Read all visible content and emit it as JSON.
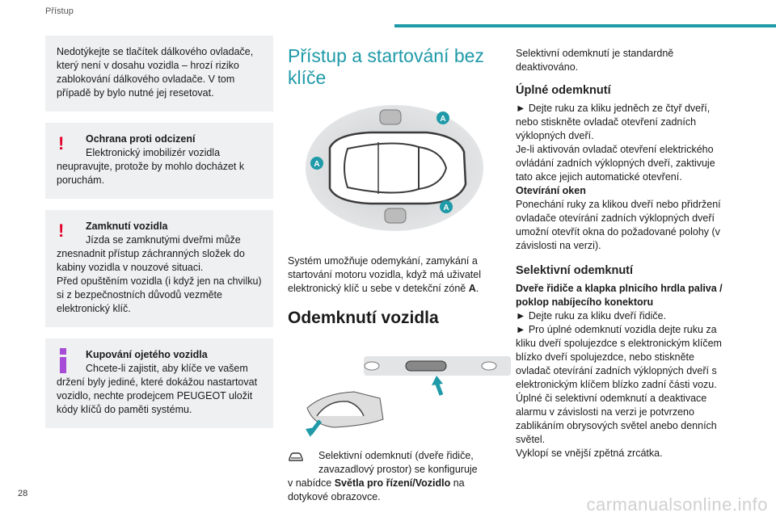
{
  "header": {
    "section": "Přístup"
  },
  "page_number": "28",
  "watermark": "carmanualsonline.info",
  "left": {
    "box1": "Nedotýkejte se tlačítek dálkového ovladače, který není v dosahu vozidla – hrozí riziko zablokování dálkového ovladače. V tom případě by bylo nutné jej resetovat.",
    "box2": {
      "title": "Ochrana proti odcizení",
      "text1": "Elektronický imobilizér vozidla",
      "text2": "neupravujte, protože by mohlo docházet k poruchám."
    },
    "box3": {
      "title": "Zamknutí vozidla",
      "text1": "Jízda se zamknutými dveřmi může",
      "text2": "znesnadnit přístup záchranných složek do kabiny vozidla v nouzové situaci.",
      "text3": "Před opuštěním vozidla (i když jen na chvilku) si z bezpečnostních důvodů vezměte elektronický klíč."
    },
    "box4": {
      "title": "Kupování ojetého vozidla",
      "text1": "Chcete-li zajistit, aby klíče ve vašem",
      "text2": "držení byly jediné, které dokážou nastartovat vozidlo, nechte prodejcem PEUGEOT uložit kódy klíčů do paměti systému."
    }
  },
  "middle": {
    "title": "Přístup a startování bez klíče",
    "zone_label": "A",
    "intro_pre": "Systém umožňuje odemykání, zamykání a startování motoru vozidla, když má uživatel elektronický klíč u sebe v detekční zóně",
    "intro_bold": "A",
    "intro_post": ".",
    "section_title": "Odemknutí vozidla",
    "note_line1": "Selektivní odemknutí (dveře řidiče,",
    "note_line2": "zavazadlový prostor) se konfiguruje",
    "note_pre": "v nabídce",
    "note_bold": "Světla pro řízení/Vozidlo",
    "note_post": "na dotykové obrazovce."
  },
  "right": {
    "intro": "Selektivní odemknutí je standardně deaktivováno.",
    "full_title": "Úplné odemknutí",
    "full_p1": "► Dejte ruku za kliku jedněch ze čtyř dveří, nebo stiskněte ovladač otevření zadních výklopných dveří.",
    "full_p2": "Je-li aktivován ovladač otevření elektrického ovládání zadních výklopných dveří, zaktivuje tato akce jejich automatické otevření.",
    "open_title": "Otevírání oken",
    "open_p": "Ponechání ruky za klikou dveří nebo přidržení ovladače otevírání zadních výklopných dveří umožní otevřít okna do požadované polohy (v závislosti na verzi).",
    "sel_title": "Selektivní odemknutí",
    "sel_sub": "Dveře řidiče a klapka plnicího hrdla paliva / poklop nabíjecího konektoru",
    "sel_p1": "► Dejte ruku za kliku dveří řidiče.",
    "sel_p2": "► Pro úplné odemknutí vozidla dejte ruku za kliku dveří spolujezdce s elektronickým klíčem blízko dveří spolujezdce, nebo stiskněte ovladač otevírání zadních výklopných dveří s elektronickým klíčem blízko zadní části vozu.",
    "sel_p3": "Úplné či selektivní odemknutí a deaktivace alarmu v závislosti na verzi je potvrzeno zablikáním obrysových světel anebo denních světel.",
    "sel_p4": "Vyklopí se vnější zpětná zrcátka."
  },
  "colors": {
    "accent": "#1f9aa8",
    "warning": "#e4002b",
    "info": "#a64bd6",
    "box_bg": "#eef0f1"
  },
  "icons": [
    "warning-icon",
    "info-icon",
    "car-settings-icon"
  ]
}
